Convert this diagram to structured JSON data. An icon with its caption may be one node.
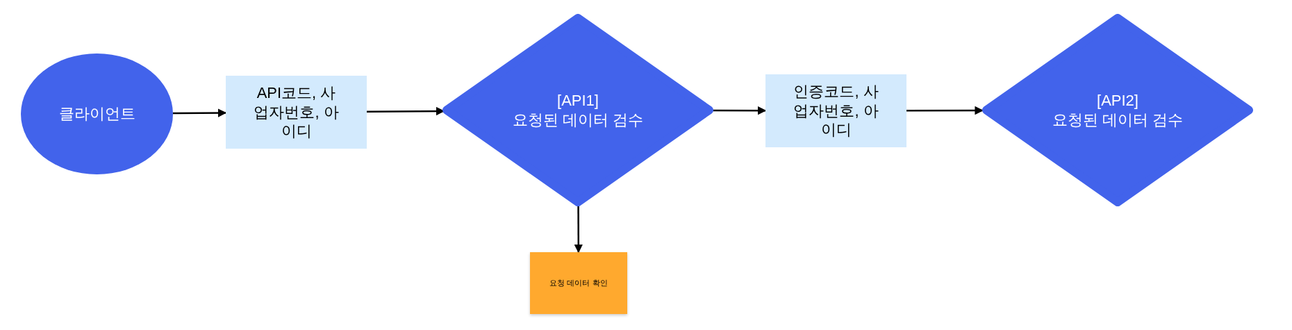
{
  "diagram": {
    "nodes": [
      {
        "text": [
          "클라이언트"
        ]
      },
      {
        "text": [
          "API코드, 사업자번호, 아이디"
        ]
      },
      {
        "text": [
          "[API1]",
          "요청된 데이터 검수"
        ]
      },
      {
        "text": [
          "인증코드, 사업자번호, 아이디"
        ]
      },
      {
        "text": [
          "[API2]",
          "요청된 데이터 검수"
        ]
      },
      {
        "text": [
          "요청 데이터 확인"
        ]
      }
    ],
    "edges": [
      {
        "from": 0,
        "to": 1,
        "arrow": "to"
      },
      {
        "from": 1,
        "to": 2,
        "arrow": "to"
      },
      {
        "from": 2,
        "to": 3,
        "arrow": "to"
      },
      {
        "from": 3,
        "to": 4,
        "arrow": "to"
      },
      {
        "from": 2,
        "to": 5,
        "arrow": "to"
      }
    ]
  }
}
